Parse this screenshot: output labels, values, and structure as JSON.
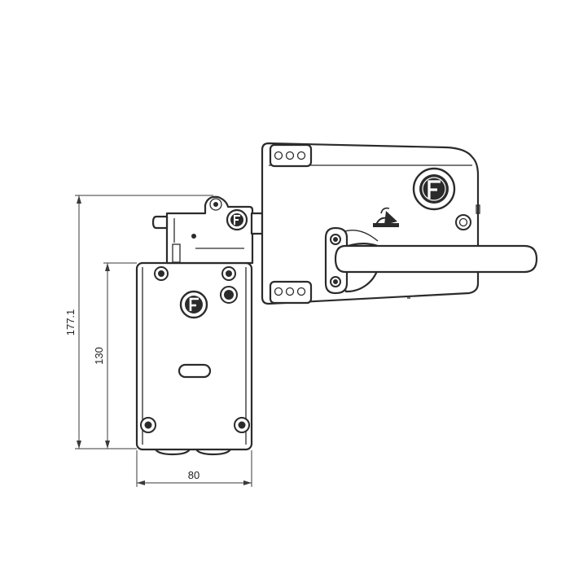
{
  "dimensions": {
    "total_height": "177.1",
    "body_height": "130",
    "body_width": "80"
  },
  "colors": {
    "line": "#2b2b2b",
    "background": "#ffffff"
  },
  "icons": {
    "brand_logo": "fortress-f-logo-icon",
    "turn_indicator": "rotate-arrow-icon"
  }
}
